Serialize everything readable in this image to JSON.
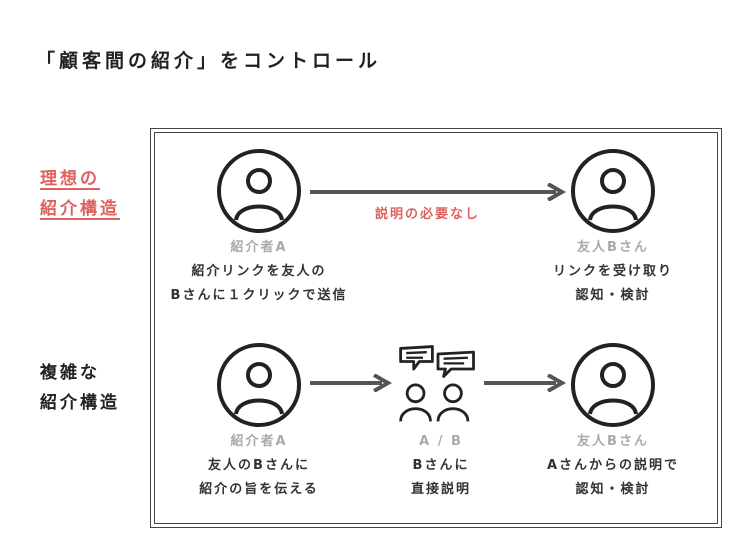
{
  "title": "「顧客間の紹介」をコントロール",
  "ideal": {
    "label_lines": [
      "理想の",
      "紹介構造"
    ],
    "sender": {
      "name": "紹介者A",
      "lines": [
        "紹介リンクを友人の",
        "Bさんに１クリックで送信"
      ]
    },
    "arrow_note": "説明の必要なし",
    "receiver": {
      "name": "友人Bさん",
      "lines": [
        "リンクを受け取り",
        "認知・検討"
      ]
    }
  },
  "complex": {
    "label_lines": [
      "複雑な",
      "紹介構造"
    ],
    "sender": {
      "name": "紹介者A",
      "lines": [
        "友人のBさんに",
        "紹介の旨を伝える"
      ]
    },
    "middle": {
      "name": "A / B",
      "lines": [
        "Bさんに",
        "直接説明"
      ]
    },
    "receiver": {
      "name": "友人Bさん",
      "lines": [
        "Aさんからの説明で",
        "認知・検討"
      ]
    }
  },
  "colors": {
    "accent": "#e06060",
    "muted": "#aaaaaa",
    "ink": "#222222",
    "arrow": "#555555"
  }
}
